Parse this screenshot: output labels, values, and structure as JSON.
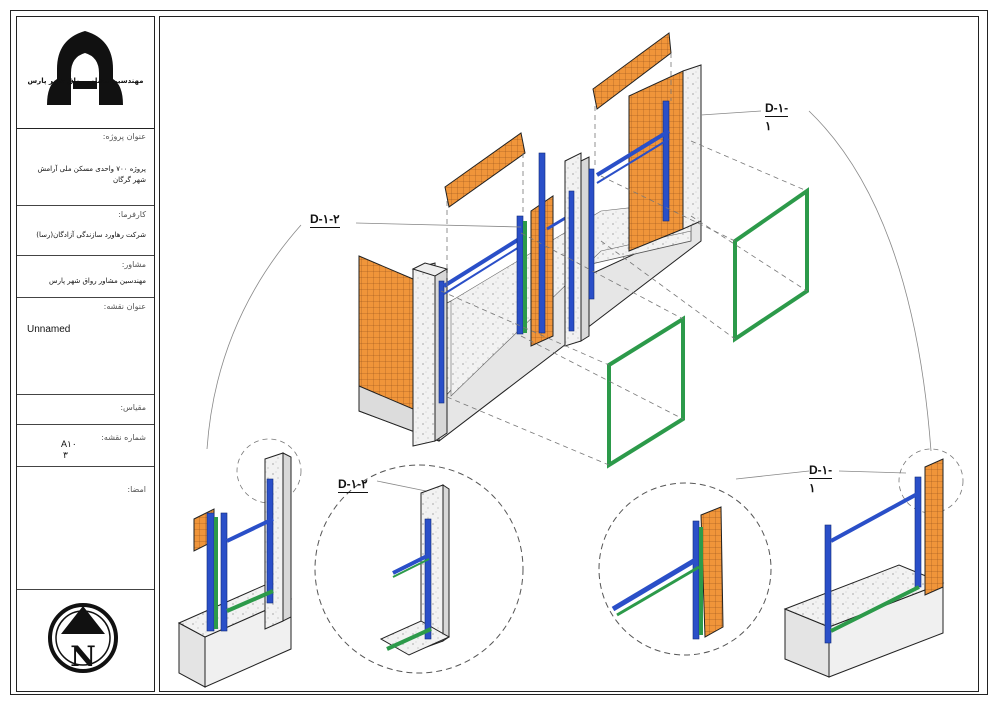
{
  "title_block": {
    "company_name": "مهندسین مشاور رواق شهر پارس",
    "project_label": "عنوان پروژه:",
    "project_value": "پروژه ۷۰۰ واحدی مسکن ملی آرامش شهر گرگان",
    "contractor_label": "کارفرما:",
    "contractor_value": "شرکت رهاورد سازندگی آزادگان(رسا)",
    "consultant_label": "مشاور:",
    "consultant_value": "مهندسین مشاور رواق شهر پارس",
    "sheet_title_label": "عنوان نقشه:",
    "sheet_title_value": "Unnamed",
    "scale_label": "مقیاس:",
    "scale_value": "",
    "sheet_number_label": "شماره نقشه:",
    "sheet_number_value_line1": "A۱۰",
    "sheet_number_value_line2": "۳",
    "signature_label": "امضا:",
    "north_letter": "N"
  },
  "callouts": {
    "top_left": {
      "line1": "D-۱-۲",
      "line2": ""
    },
    "top_right": {
      "line1": "D-۱-",
      "line2": "۱"
    },
    "bottom_left": {
      "line1": "D-۱-۲",
      "line2": ""
    },
    "bottom_right": {
      "line1": "D-۱-",
      "line2": "۱"
    }
  },
  "colors": {
    "brick": "#f0953a",
    "brick_grid": "#8a4a18",
    "steel_blue": "#2a4fc8",
    "steel_green": "#2c9a4a",
    "concrete": "#eeeeee",
    "line": "#222222"
  }
}
